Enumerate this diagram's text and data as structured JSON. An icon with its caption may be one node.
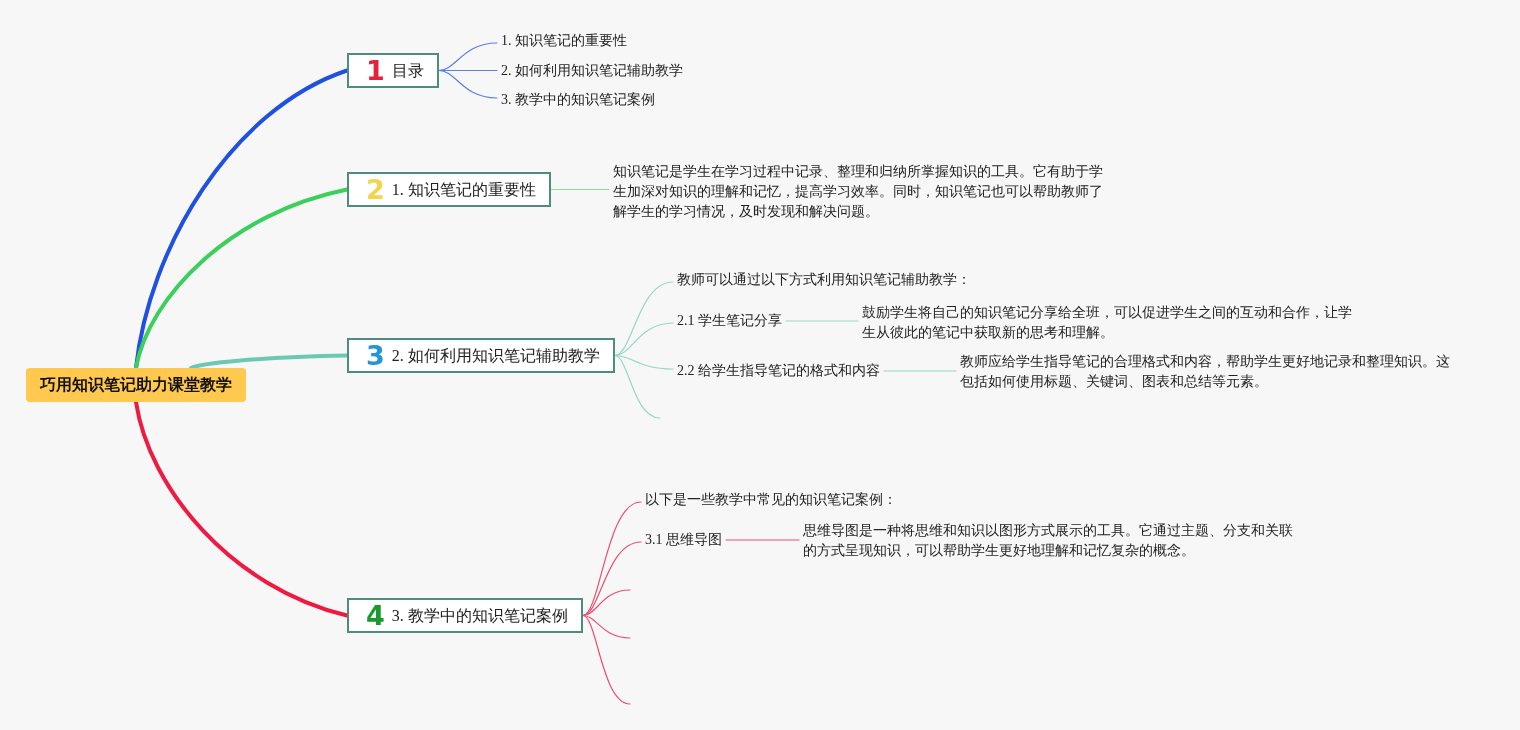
{
  "diagram": {
    "nodes": [
      {
        "text": [
          "巧用知识笔记助力课堂教学"
        ]
      },
      {
        "text": [
          "1",
          "目录"
        ]
      },
      {
        "text": [
          "1. 知识笔记的重要性"
        ]
      },
      {
        "text": [
          "2. 如何利用知识笔记辅助教学"
        ]
      },
      {
        "text": [
          "3. 教学中的知识笔记案例"
        ]
      },
      {
        "text": [
          "2",
          "1. 知识笔记的重要性"
        ]
      },
      {
        "text": [
          "知识笔记是学生在学习过程中记录、整理和归纳所掌握知识的工具。它有助于学生加深对知识的理解和记忆，提高学习效率。同时，知识笔记也可以帮助教师了解学生的学习情况，及时发现和解决问题。"
        ]
      },
      {
        "text": [
          "3",
          "2. 如何利用知识笔记辅助教学"
        ]
      },
      {
        "text": [
          "教师可以通过以下方式利用知识笔记辅助教学："
        ]
      },
      {
        "text": [
          "2.1 学生笔记分享"
        ]
      },
      {
        "text": [
          "鼓励学生将自己的知识笔记分享给全班，可以促进学生之间的互动和合作，让学生从彼此的笔记中获取新的思考和理解。"
        ]
      },
      {
        "text": [
          "2.2 给学生指导笔记的格式和内容"
        ]
      },
      {
        "text": [
          "教师应给学生指导笔记的合理格式和内容，帮助学生更好地记录和整理知识。这包括如何使用标题、关键词、图表和总结等元素。"
        ]
      },
      {
        "text": [
          "4",
          "3. 教学中的知识笔记案例"
        ]
      },
      {
        "text": [
          "以下是一些教学中常见的知识笔记案例："
        ]
      },
      {
        "text": [
          "3.1 思维导图"
        ]
      },
      {
        "text": [
          "思维导图是一种将思维和知识以图形方式展示的工具。它通过主题、分支和关联的方式呈现知识，可以帮助学生更好地理解和记忆复杂的概念。"
        ]
      }
    ],
    "edges": [
      {
        "from": 0,
        "to": 1,
        "arrow": "none",
        "style": "thick",
        "color": "#1f50e0"
      },
      {
        "from": 0,
        "to": 5,
        "arrow": "none",
        "style": "thick",
        "color": "#3dcf5c"
      },
      {
        "from": 0,
        "to": 7,
        "arrow": "none",
        "style": "thick",
        "color": "#6cc8b0"
      },
      {
        "from": 0,
        "to": 13,
        "arrow": "none",
        "style": "thick",
        "color": "#ee1a40"
      },
      {
        "from": 1,
        "to": 2,
        "arrow": "none",
        "color": "#5a80e6"
      },
      {
        "from": 1,
        "to": 3,
        "arrow": "none",
        "color": "#5a80e6"
      },
      {
        "from": 1,
        "to": 4,
        "arrow": "none",
        "color": "#5a80e6"
      },
      {
        "from": 5,
        "to": 6,
        "arrow": "none",
        "color": "#8fdc9e"
      },
      {
        "from": 7,
        "to": 8,
        "arrow": "none",
        "color": "#96d8c4"
      },
      {
        "from": 7,
        "to": 9,
        "arrow": "none",
        "color": "#96d8c4"
      },
      {
        "from": 7,
        "to": 11,
        "arrow": "none",
        "color": "#96d8c4"
      },
      {
        "from": 7,
        "to": null,
        "arrow": "none",
        "color": "#96d8c4"
      },
      {
        "from": 9,
        "to": 10,
        "arrow": "none",
        "color": "#96d8c4"
      },
      {
        "from": 11,
        "to": 12,
        "arrow": "none",
        "color": "#96d8c4"
      },
      {
        "from": 13,
        "to": 14,
        "arrow": "none",
        "color": "#e8506e"
      },
      {
        "from": 13,
        "to": 15,
        "arrow": "none",
        "color": "#e8506e"
      },
      {
        "from": 13,
        "to": null,
        "arrow": "none",
        "color": "#e8506e"
      },
      {
        "from": 13,
        "to": null,
        "arrow": "none",
        "color": "#e8506e"
      },
      {
        "from": 13,
        "to": null,
        "arrow": "none",
        "color": "#e8506e"
      },
      {
        "from": 15,
        "to": 16,
        "arrow": "none",
        "color": "#e8506e"
      }
    ]
  }
}
